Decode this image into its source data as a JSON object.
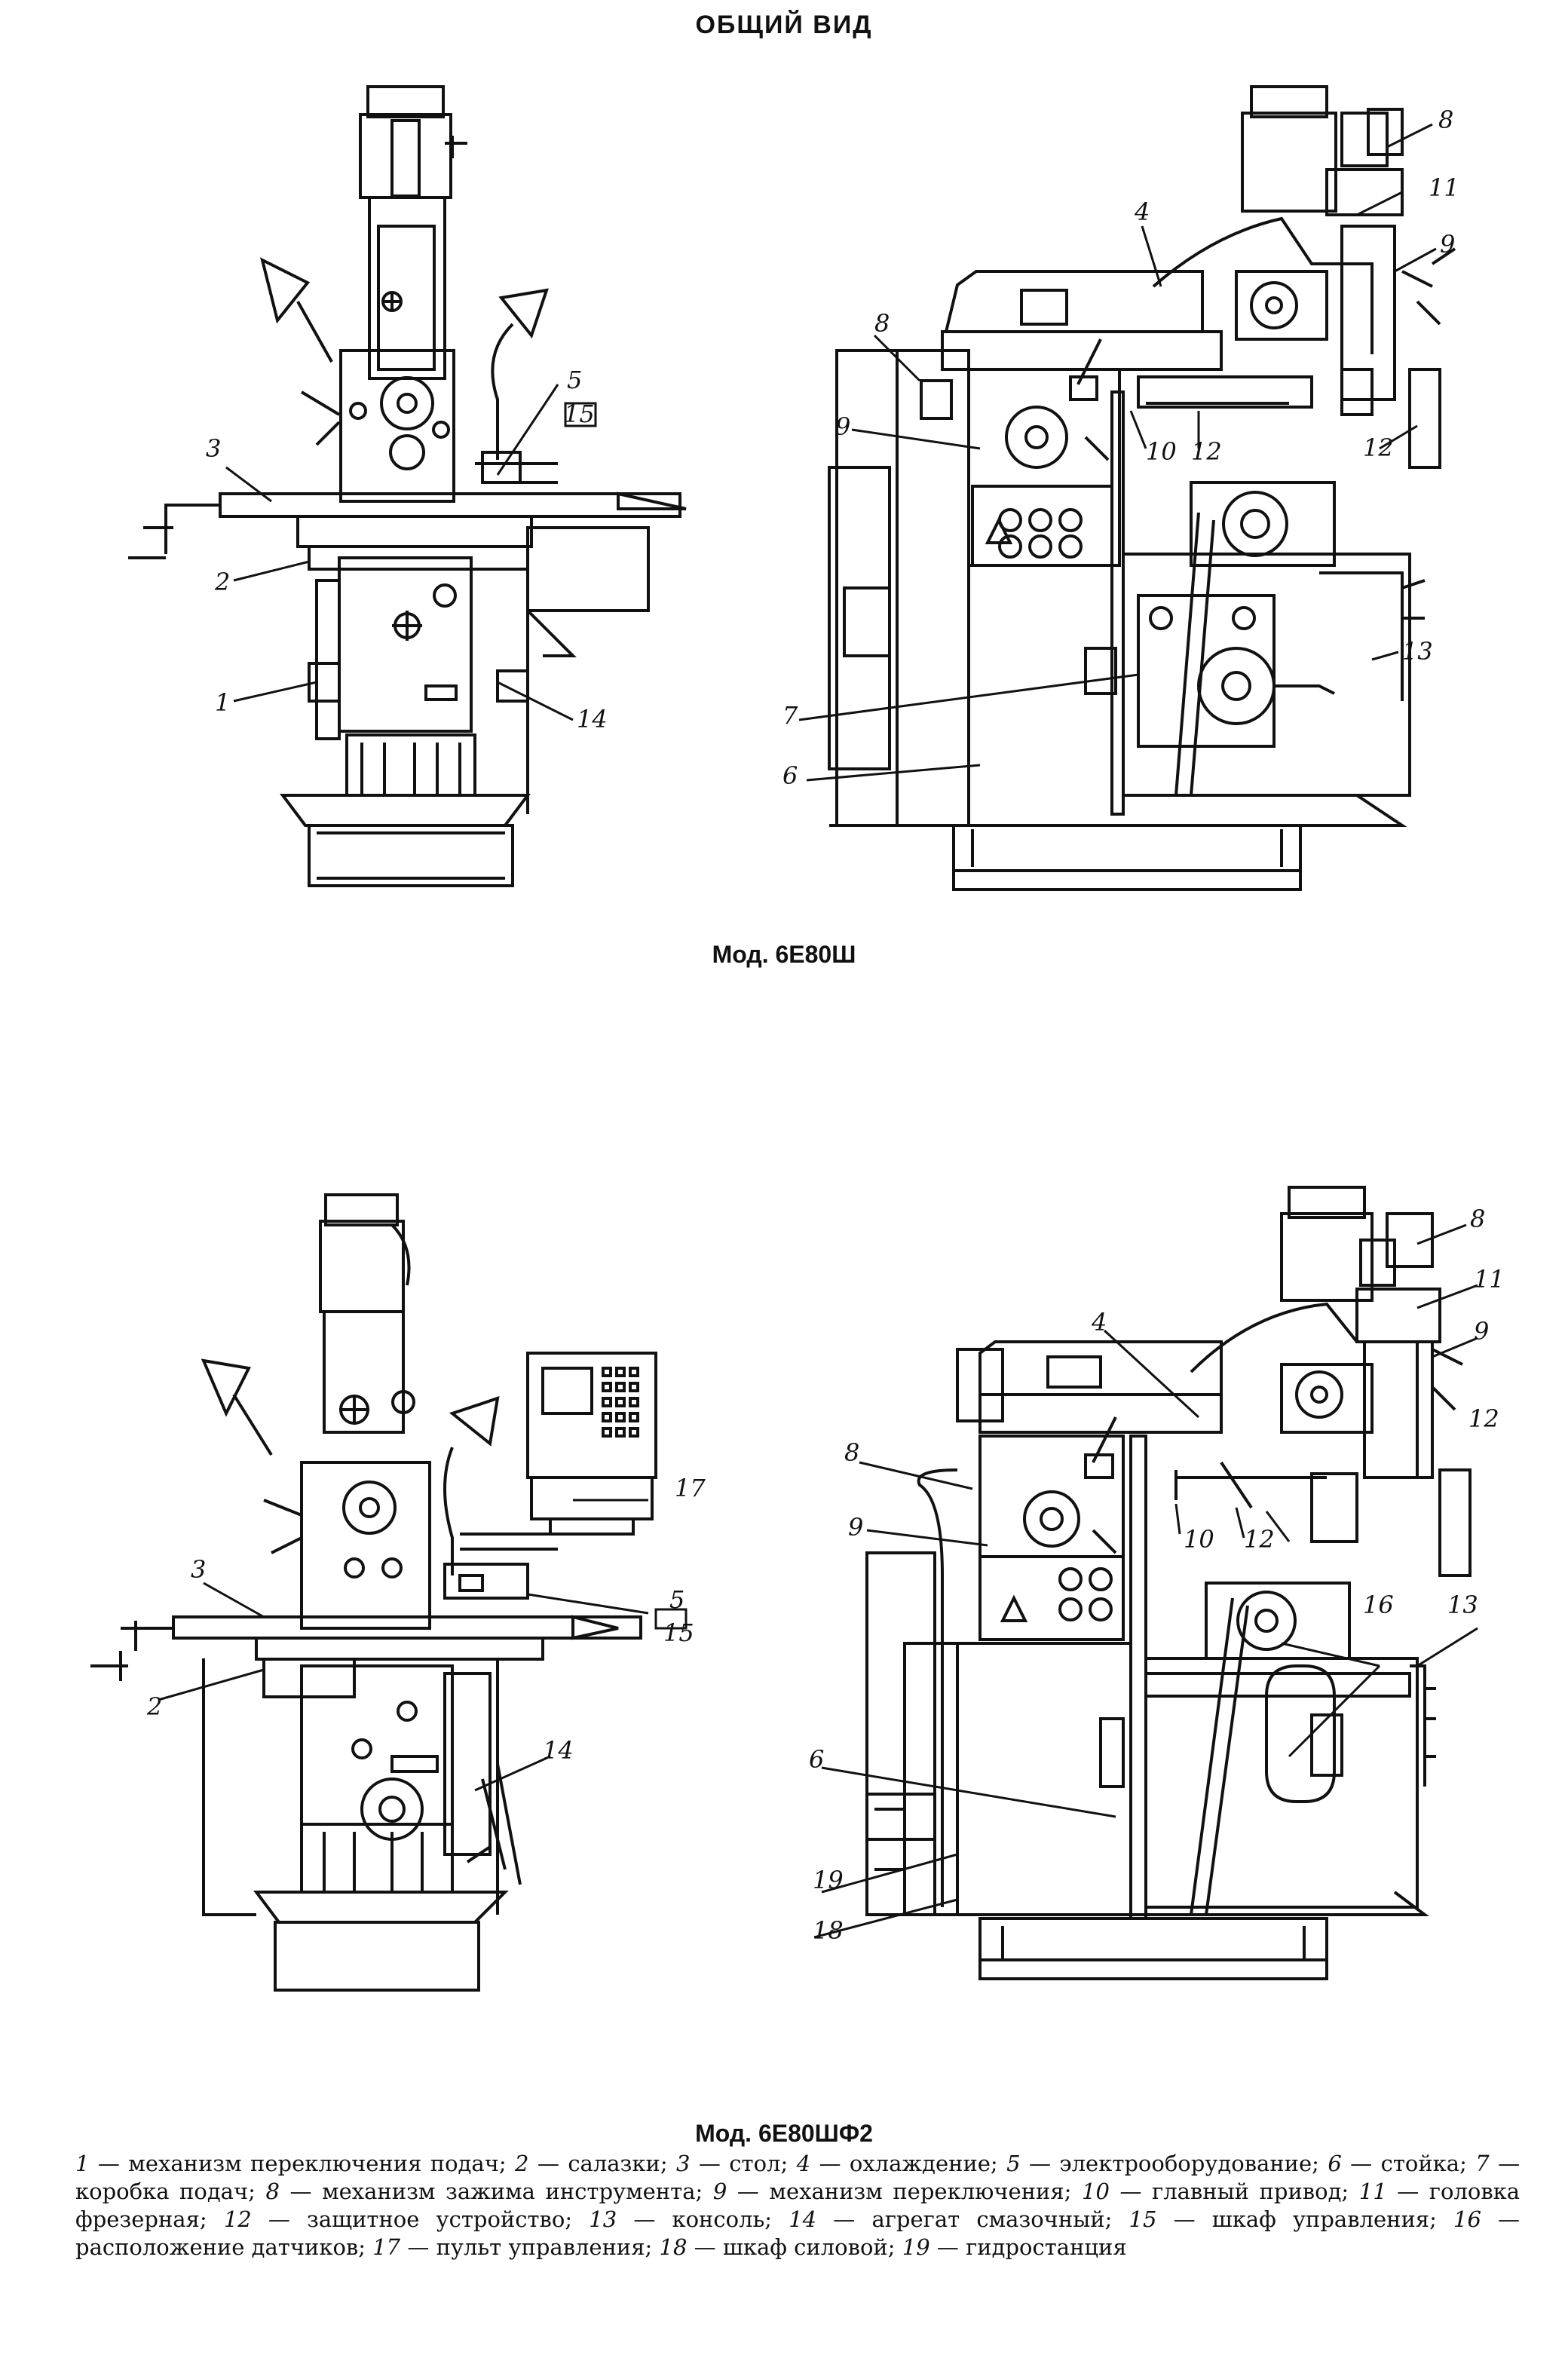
{
  "header": {
    "title": "ОБЩИЙ ВИД"
  },
  "figures": [
    {
      "caption": "Мод. 6Е80Ш",
      "front_view_callouts": [
        "3",
        "2",
        "1",
        "5",
        "15",
        "14"
      ],
      "side_view_callouts": [
        "8",
        "11",
        "4",
        "9",
        "8",
        "9",
        "10",
        "12",
        "12",
        "13",
        "7",
        "6"
      ]
    },
    {
      "caption": "Мод. 6Е80ШФ2",
      "front_view_callouts": [
        "17",
        "3",
        "5",
        "15",
        "2",
        "14"
      ],
      "side_view_callouts": [
        "8",
        "11",
        "4",
        "9",
        "8",
        "12",
        "9",
        "10",
        "12",
        "16",
        "13",
        "6",
        "19",
        "18"
      ]
    }
  ],
  "legend": {
    "items": [
      {
        "num": "1",
        "text": "механизм переключения подач;"
      },
      {
        "num": "2",
        "text": "салазки;"
      },
      {
        "num": "3",
        "text": "стол;"
      },
      {
        "num": "4",
        "text": "охлаждение;"
      },
      {
        "num": "5",
        "text": "электрооборудование;"
      },
      {
        "num": "6",
        "text": "стойка;"
      },
      {
        "num": "7",
        "text": "коробка подач;"
      },
      {
        "num": "8",
        "text": "механизм зажима инструмента;"
      },
      {
        "num": "9",
        "text": "механизм переключения;"
      },
      {
        "num": "10",
        "text": "главный привод;"
      },
      {
        "num": "11",
        "text": "головка фрезерная;"
      },
      {
        "num": "12",
        "text": "защитное устройство;"
      },
      {
        "num": "13",
        "text": "консоль;"
      },
      {
        "num": "14",
        "text": "агрегат смазочный;"
      },
      {
        "num": "15",
        "text": "шкаф управления;"
      },
      {
        "num": "16",
        "text": "расположение датчиков;"
      },
      {
        "num": "17",
        "text": "пульт управления;"
      },
      {
        "num": "18",
        "text": "шкаф силовой;"
      },
      {
        "num": "19",
        "text": "гидростанция"
      }
    ]
  }
}
